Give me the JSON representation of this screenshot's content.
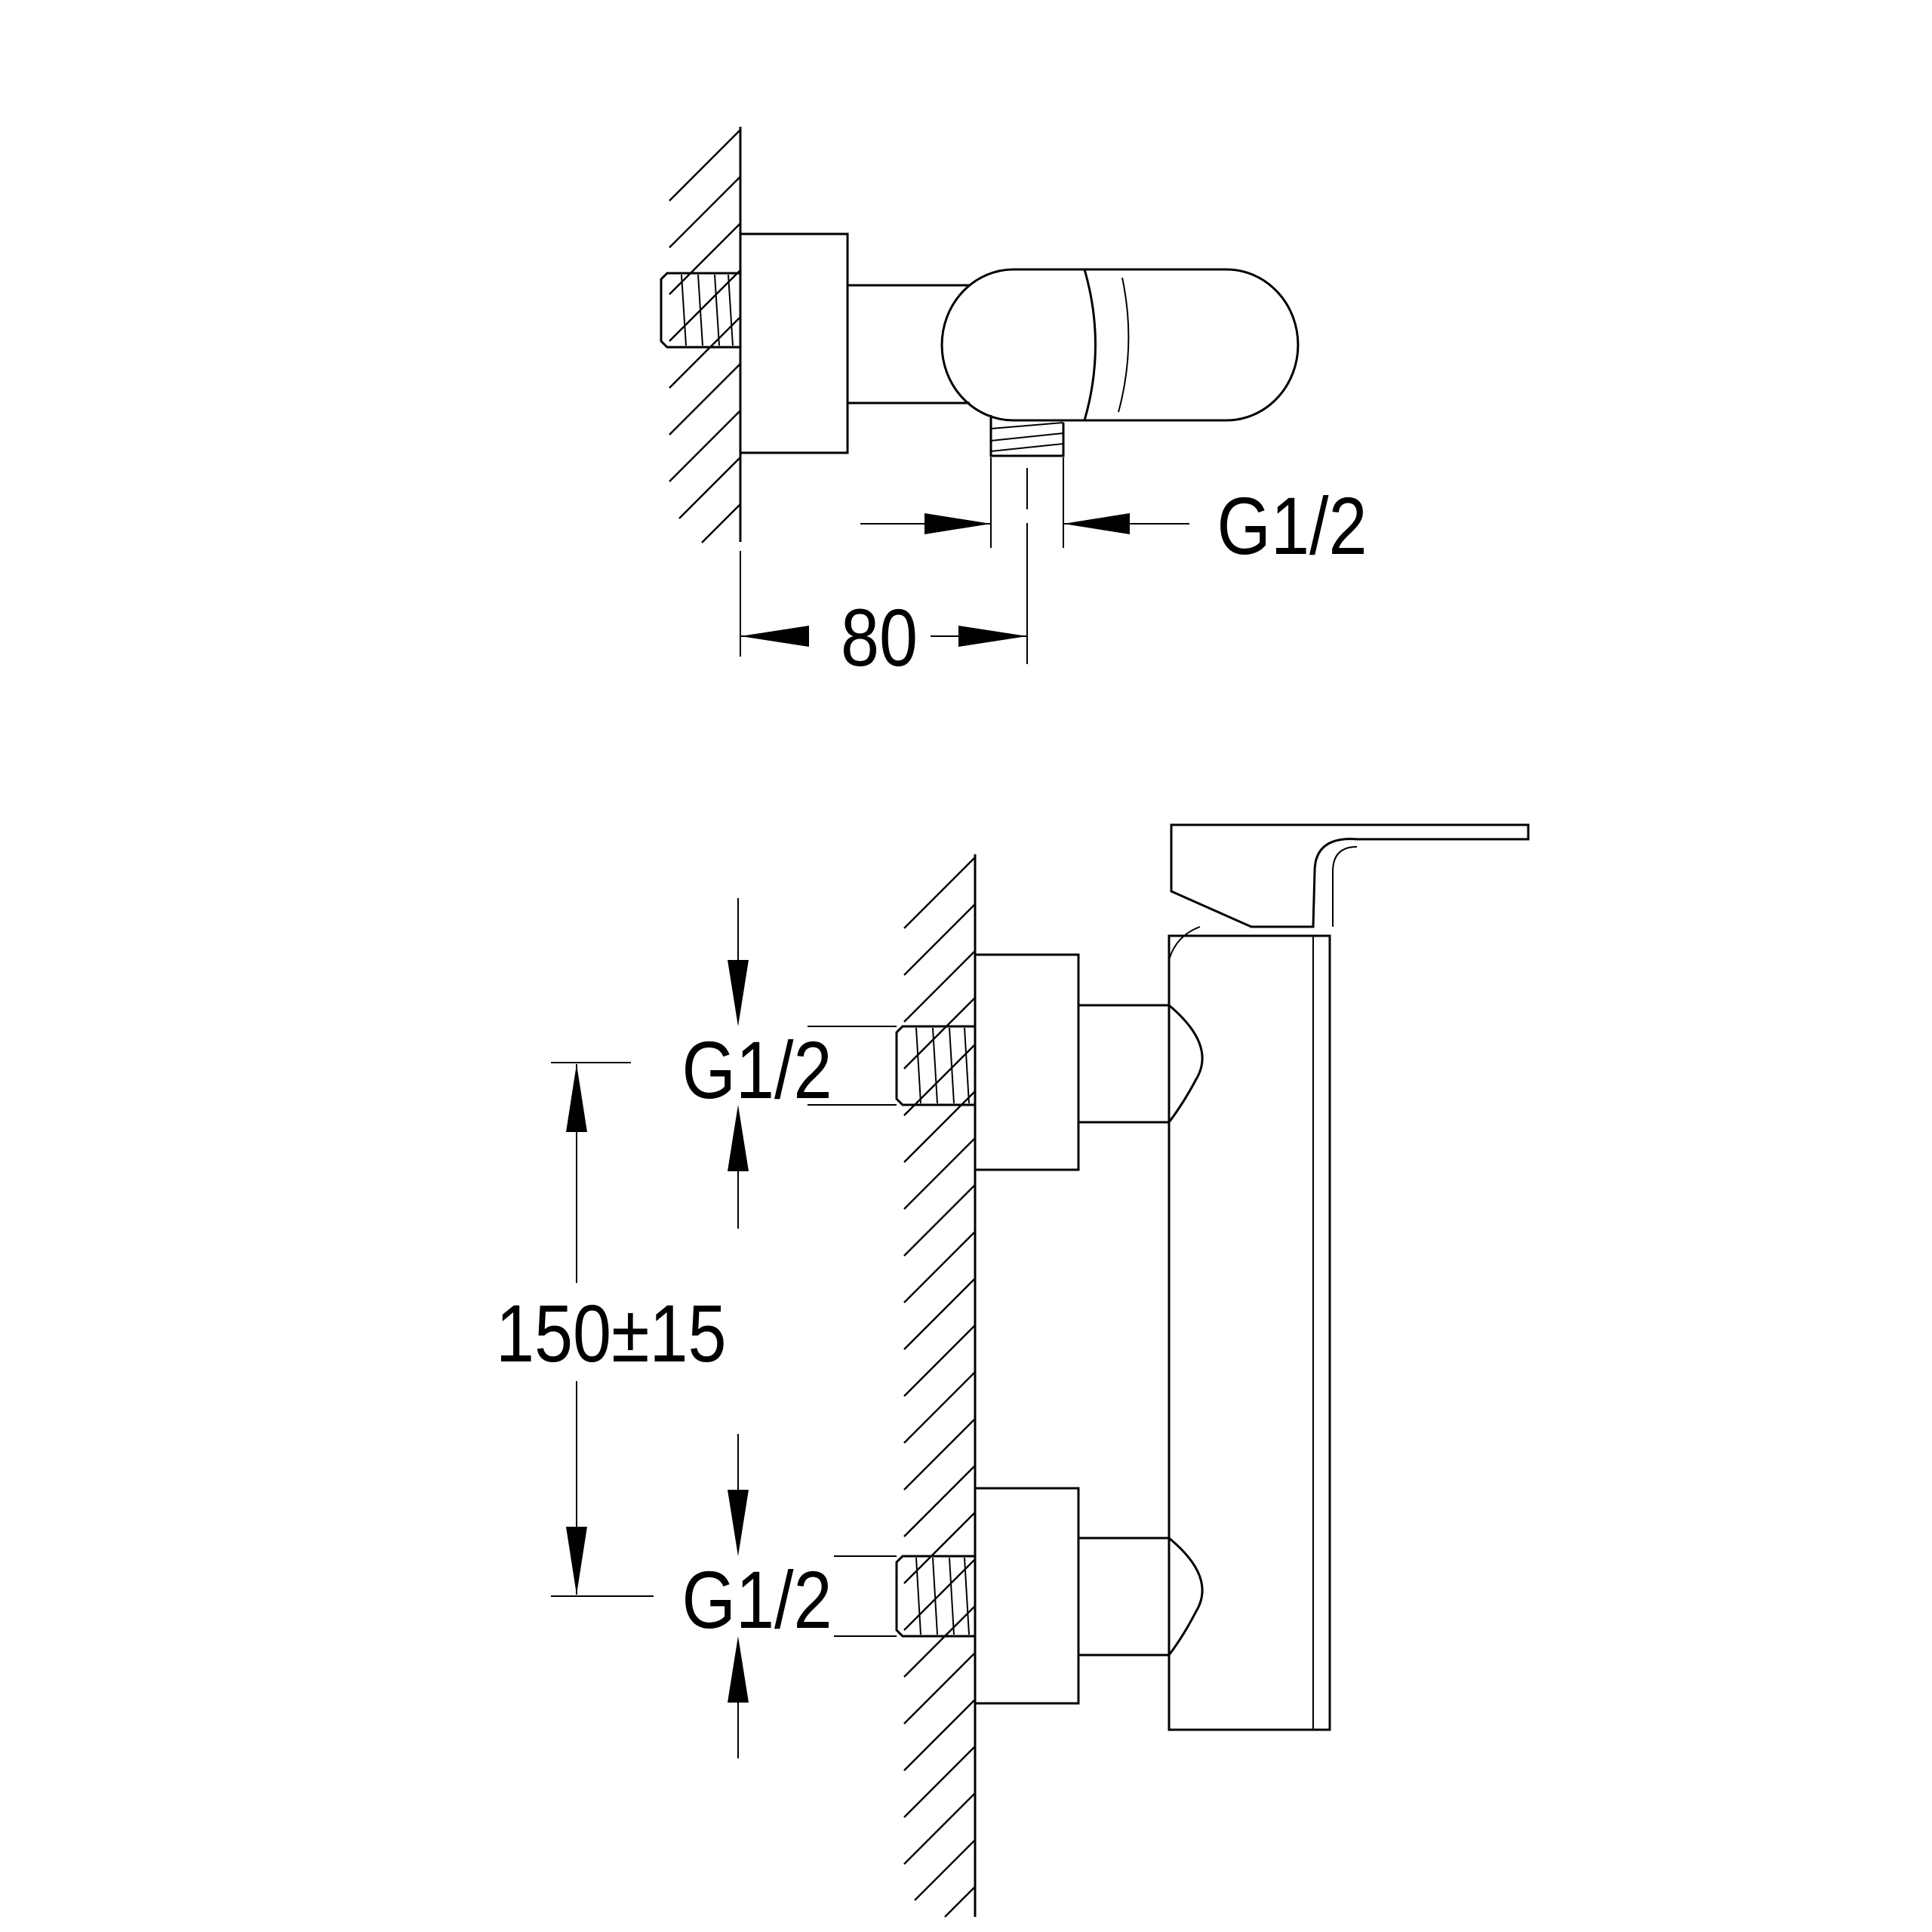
{
  "top_view": {
    "outlet_thread_label": "G1/2",
    "projection_label": "80"
  },
  "front_view": {
    "upper_inlet_label": "G1/2",
    "lower_inlet_label": "G1/2",
    "inlet_spacing_label": "150±15"
  }
}
